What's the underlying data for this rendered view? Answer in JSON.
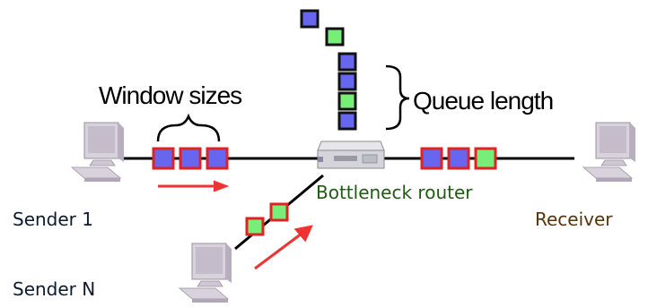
{
  "labels": {
    "window_sizes": "Window sizes",
    "queue_length": "Queue length",
    "bottleneck_router": "Bottleneck router",
    "sender_1": "Sender 1",
    "sender_n": "Sender N",
    "receiver": "Receiver"
  },
  "packet_colors": {
    "blue_fill": "#6666ee",
    "green_fill": "#77ee77",
    "dark_outline": "#111111",
    "red_outline": "#e02222"
  },
  "arrow_color": "#ee3333",
  "link_color": "#000000",
  "queue_packets": [
    "blue",
    "green",
    "blue",
    "blue",
    "green",
    "blue"
  ],
  "sender1_packets": [
    "blue",
    "blue",
    "blue"
  ],
  "receiver_packets": [
    "blue",
    "blue",
    "green"
  ],
  "sendern_packets": [
    "green",
    "green"
  ],
  "icons": {
    "sender_1": "computer-icon",
    "sender_n": "computer-icon",
    "receiver": "computer-icon",
    "router": "router-icon"
  }
}
